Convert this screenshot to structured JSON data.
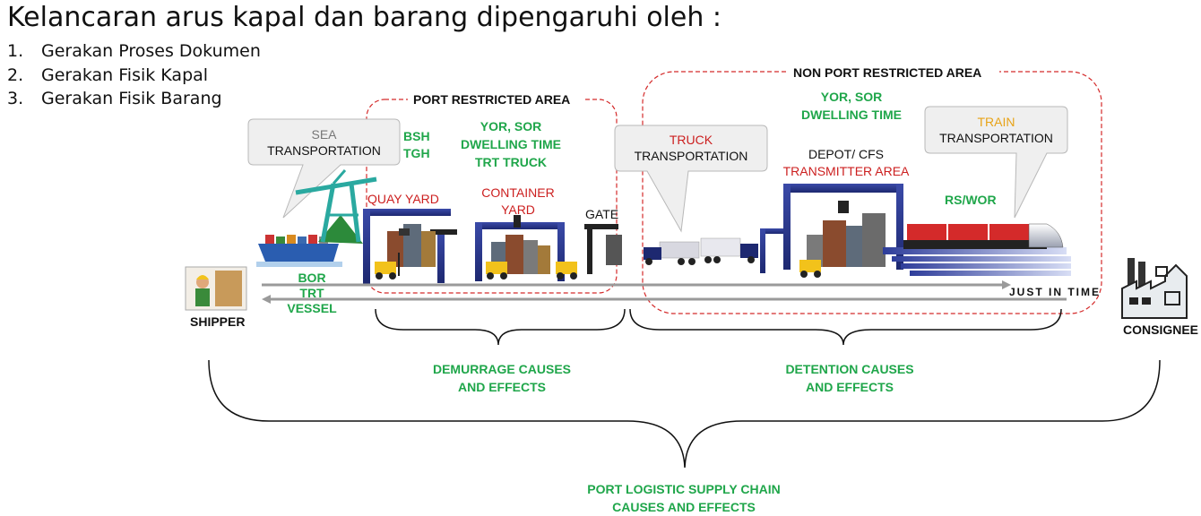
{
  "heading": "Kelancaran arus kapal dan barang dipengaruhi oleh :",
  "factors": [
    {
      "num": "1.",
      "text": "Gerakan Proses Dokumen"
    },
    {
      "num": "2.",
      "text": "Gerakan Fisik Kapal"
    },
    {
      "num": "3.",
      "text": "Gerakan Fisik Barang"
    }
  ],
  "areas": {
    "port_restricted": "PORT RESTRICTED AREA",
    "non_port_restricted": "NON PORT RESTRICTED AREA"
  },
  "bubbles": {
    "sea": {
      "line1": "SEA",
      "line2": "TRANSPORTATION"
    },
    "truck": {
      "line1": "TRUCK",
      "line2": "TRANSPORTATION"
    },
    "train": {
      "line1": "TRAIN",
      "line2": "TRANSPORTATION"
    }
  },
  "labels": {
    "bsh": "BSH",
    "tgh": "TGH",
    "port_yor": "YOR, SOR",
    "port_dwelling": "DWELLING TIME",
    "trt_truck": "TRT TRUCK",
    "quay_yard": "QUAY YARD",
    "container": "CONTAINER",
    "yard": "YARD",
    "gate": "GATE",
    "non_yor": "YOR, SOR",
    "non_dwelling": "DWELLING TIME",
    "depot": "DEPOT/ CFS",
    "transmitter": "TRANSMITTER AREA",
    "rswor": "RS/WOR",
    "bor": "BOR",
    "trt": "TRT",
    "vessel": "VESSEL",
    "shipper": "SHIPPER",
    "consignee": "CONSIGNEE",
    "jit": "JUST IN TIME"
  },
  "causes": {
    "demurrage_l1": "DEMURRAGE CAUSES",
    "demurrage_l2": "AND EFFECTS",
    "detention_l1": "DETENTION CAUSES",
    "detention_l2": "AND EFFECTS",
    "plsc_l1": "PORT LOGISTIC SUPPLY CHAIN",
    "plsc_l2": "CAUSES AND EFFECTS"
  },
  "colors": {
    "green": "#1fa64a",
    "red": "#cc1f1f",
    "sea_gray": "#777777",
    "train_orange": "#e8a317",
    "dashed_border": "#d42a2a"
  }
}
